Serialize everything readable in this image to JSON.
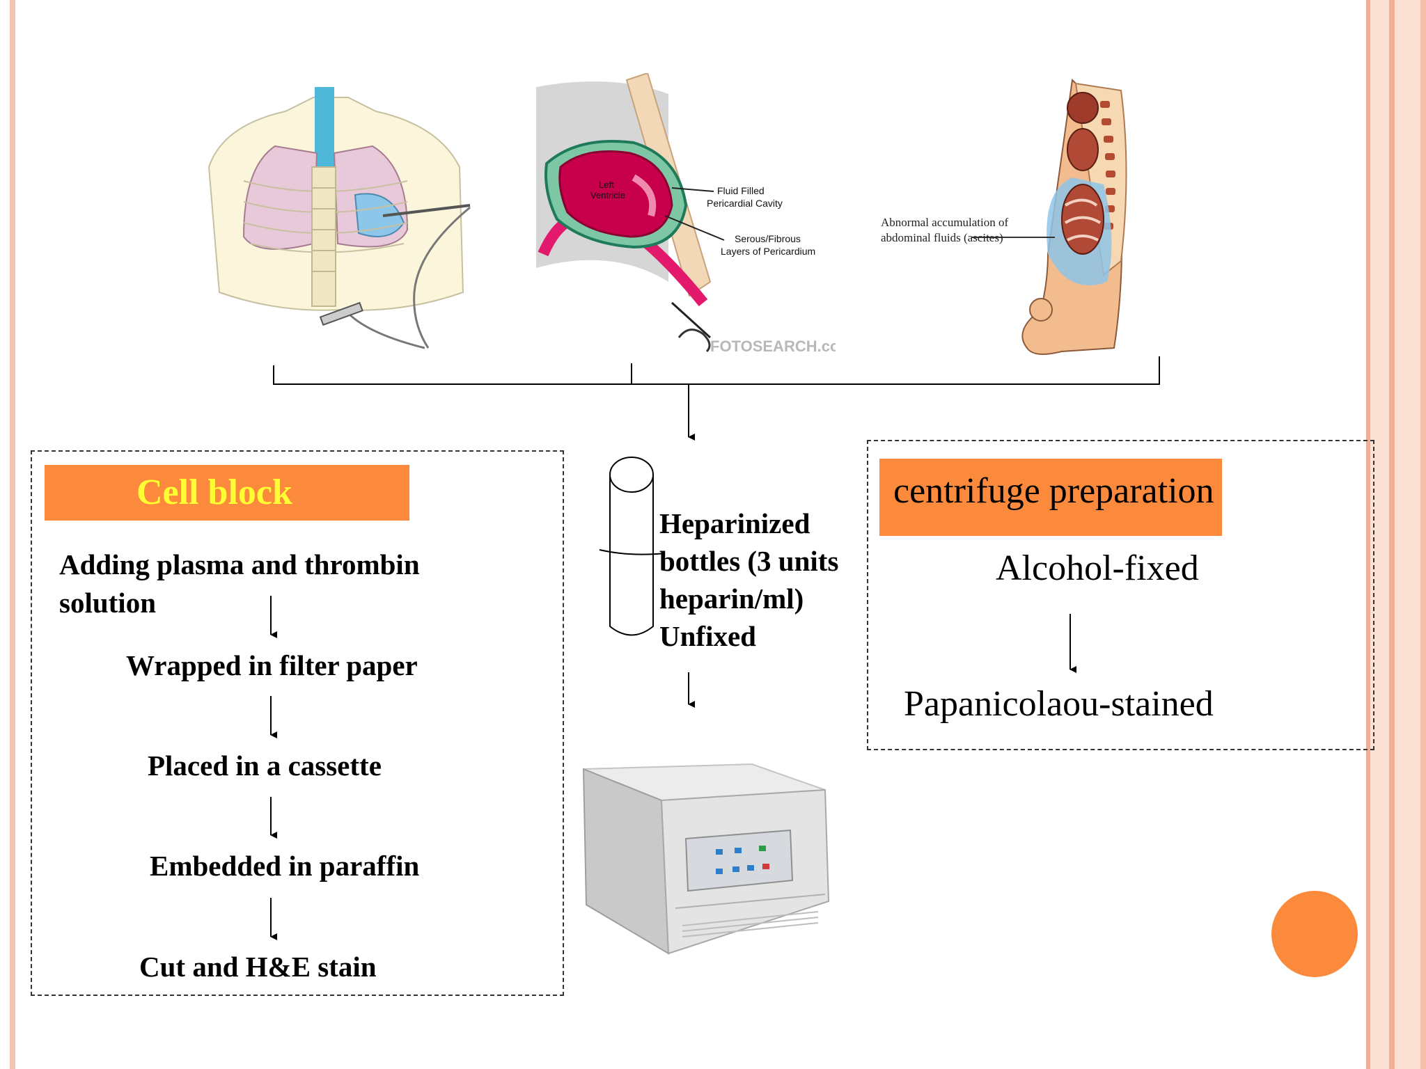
{
  "colors": {
    "orange_accent": "#fb8a3c",
    "cell_block_title": "#ffff33",
    "border_pink": "#f4c4b0"
  },
  "illustrations": {
    "pericardium": {
      "label_ventricle_1": "Left",
      "label_ventricle_2": "Ventricle",
      "label_fluid_1": "Fluid Filled",
      "label_fluid_2": "Pericardial Cavity",
      "label_layers_1": "Serous/Fibrous",
      "label_layers_2": "Layers of Pericardium",
      "watermark": "FOTOSEARCH.com"
    },
    "abdomen": {
      "label_1": "Abnormal accumulation of",
      "label_2": "abdominal fluids (ascites)"
    }
  },
  "cell_block": {
    "title": "Cell block",
    "steps": [
      "Adding plasma and thrombin",
      "solution",
      "Wrapped in filter paper",
      "Placed in a cassette",
      "Embedded in paraffin",
      "Cut and H&E stain"
    ]
  },
  "center": {
    "bottle_lines": [
      "Heparinized",
      "bottles (3 units",
      "heparin/ml)",
      "Unfixed"
    ]
  },
  "centrifuge_prep": {
    "title": "centrifuge preparation",
    "step1": "Alcohol-fixed",
    "step2": "Papanicolaou-stained"
  }
}
